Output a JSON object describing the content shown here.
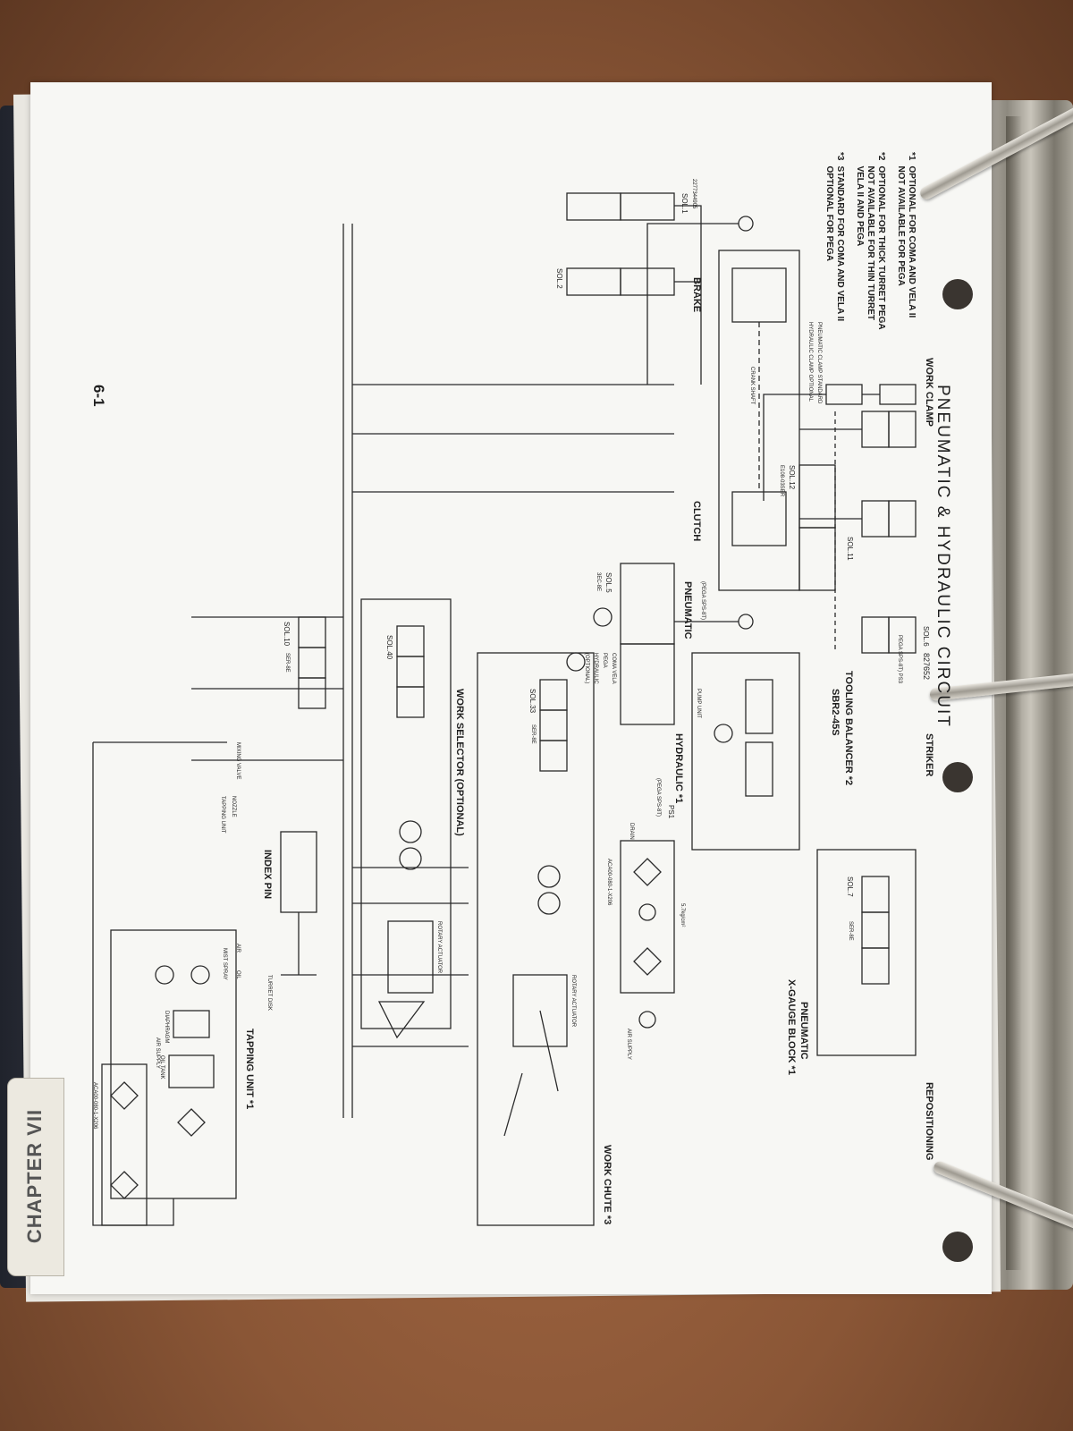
{
  "page_number": "6-1",
  "title": "PNEUMATIC & HYDRAULIC CIRCUIT",
  "drawing_code": "827652",
  "tab_label": "CHAPTER VII",
  "sections": {
    "repositioning": "REPOSITIONING",
    "striker": "STRIKER",
    "tooling_balancer": "TOOLING BALANCER *2",
    "tooling_balancer_code": "SBR2-45S",
    "work_clamp": "WORK CLAMP",
    "pneumatic_xgauge": "PNEUMATIC",
    "pneumatic_xgauge_2": "X-GAUGE BLOCK *1",
    "hydraulic": "HYDRAULIC *1",
    "pneumatic_pega": "PNEUMATIC",
    "brake": "BRAKE",
    "clutch": "CLUTCH",
    "work_chute": "WORK CHUTE *3",
    "work_selector": "WORK SELECTOR (OPTIONAL)",
    "index_pin": "INDEX PIN",
    "tapping_unit": "TAPPING UNIT *1"
  },
  "components": {
    "sol1": "SOL.1",
    "sol1_code": "2277344905",
    "sol2": "SOL.2",
    "sol5": "SOL.5",
    "sol5_code": "3EC-8E",
    "sol6": "SOL.6",
    "sol7": "SOL.7",
    "sol7_code": "SER-8E",
    "sol10": "SOL.10",
    "sol10_code": "SER-8E",
    "sol11": "SOL.11",
    "sol12": "SOL.12",
    "sol12_code": "E108-03SER",
    "sol33": "SOL.33",
    "sol33_code": "SER-8E",
    "sol40": "SOL.40",
    "ps1": "PS1",
    "ps1_pega": "(PEGA SPS-8T)",
    "ps3_pega": "PEGA SPS-8T) PS3",
    "pega_sps8t": "(PEGA SPS-8T)",
    "filter_code": "ACA00-080-1-X206",
    "filter_code_2": "ACA00-080-1-X206",
    "air_supply": "AIR SUPPLY",
    "air_supply_2": "AIR SUPPLY",
    "drain": "DRAIN",
    "pressure": "5.7kg/cm²",
    "crank_shaft": "CRANK SHAFT",
    "rotary_actuator": "ROTARY ACTUATOR",
    "rotary_actuator_2": "ROTARY ACTUATOR",
    "turret_disk": "TURRET DISK",
    "mixing_valve": "MIXING VALVE",
    "nozzle": "NOZZLE",
    "tapping_unit_small": "TAPPING UNIT",
    "oil_tank": "OIL TANK",
    "diaphragm": "DIAPHRAGM",
    "mist_spray": "MIST SPRAY",
    "air": "AIR",
    "oil": "OIL",
    "coma_vela": "COMA VELA",
    "pega_label": "PEGA",
    "hydraulic_small": "HYDRAULIC",
    "optional": "(OPTIONAL)",
    "pump_unit": "PUMP UNIT",
    "pneumatic_clamp": "PNEUMATIC CLAMP   STANDARD",
    "hydraulic_clamp": "HYDRAULIC CLAMP   OPTIONAL"
  },
  "notes": [
    {
      "mark": "*1",
      "lines": [
        "OPTIONAL FOR COMA AND VELA II",
        "NOT AVAILABLE FOR PEGA"
      ]
    },
    {
      "mark": "*2",
      "lines": [
        "OPTIONAL FOR THICK TURRET PEGA",
        "NOT AVAILABLE FOR THIN TURRET",
        "VELA II AND PEGA"
      ]
    },
    {
      "mark": "*3",
      "lines": [
        "STANDARD FOR COMA AND VELA II",
        "OPTIONAL FOR PEGA"
      ]
    }
  ],
  "colors": {
    "paper": "#f7f7f4",
    "ink": "#1e1e1e",
    "binder": "#20232c"
  }
}
